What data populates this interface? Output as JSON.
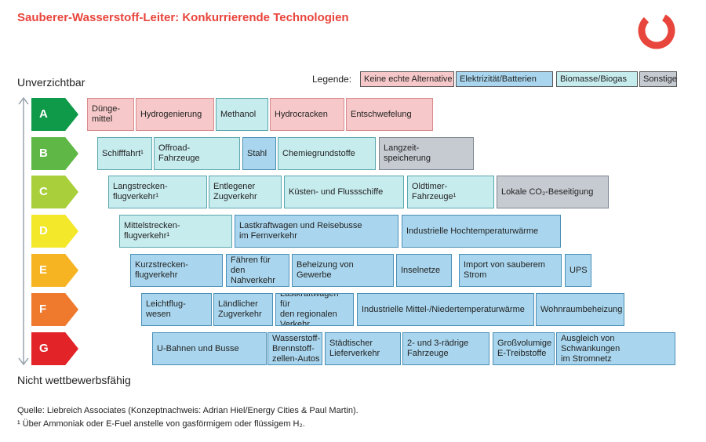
{
  "title": "Sauberer-Wasserstoff-Leiter: Konkurrierende Technologien",
  "axis": {
    "top": "Unverzichtbar",
    "bottom": "Nicht wettbewerbsfähig"
  },
  "legend": {
    "label": "Legende:",
    "items": [
      {
        "label": "Keine echte Alternative",
        "category": "none"
      },
      {
        "label": "Elektrizität/Batterien",
        "category": "elec"
      },
      {
        "label": "Biomasse/Biogas",
        "category": "bio"
      },
      {
        "label": "Sonstige",
        "category": "other"
      }
    ]
  },
  "colors": {
    "none": "#f7c8c9",
    "elec": "#a9d6ee",
    "bio": "#c7ecee",
    "other": "#c6cbd2",
    "title": "#e8453c",
    "grades": {
      "A": "#0e9a48",
      "B": "#5fb846",
      "C": "#a9cf3a",
      "D": "#f3e82a",
      "E": "#f6b423",
      "F": "#ef7a2d",
      "G": "#e22428"
    }
  },
  "rows": [
    {
      "grade": "A",
      "items": [
        {
          "label": "Dünge-\nmittel",
          "category": "none"
        },
        {
          "label": "Hydrogenierung",
          "category": "none"
        },
        {
          "label": "Methanol",
          "category": "bio"
        },
        {
          "label": "Hydrocracken",
          "category": "none"
        },
        {
          "label": "Entschwefelung",
          "category": "none"
        }
      ]
    },
    {
      "grade": "B",
      "items": [
        {
          "label": "Schifffahrt¹",
          "category": "bio"
        },
        {
          "label": "Offroad-\nFahrzeuge",
          "category": "bio"
        },
        {
          "label": "Stahl",
          "category": "elec"
        },
        {
          "label": "Chemiegrundstoffe",
          "category": "bio"
        },
        {
          "label": "Langzeit-\nspeicherung",
          "category": "other"
        }
      ]
    },
    {
      "grade": "C",
      "items": [
        {
          "label": "Langstrecken-\nflugverkehr¹",
          "category": "bio"
        },
        {
          "label": "Entlegener\nZugverkehr",
          "category": "bio"
        },
        {
          "label": "Küsten- und Flussschiffe",
          "category": "bio"
        },
        {
          "label": "Oldtimer-\nFahrzeuge¹",
          "category": "bio"
        },
        {
          "label": "Lokale CO₂-Beseitigung",
          "category": "other"
        }
      ]
    },
    {
      "grade": "D",
      "items": [
        {
          "label": "Mittelstrecken-\nflugverkehr¹",
          "category": "bio"
        },
        {
          "label": "Lastkraftwagen und Reisebusse\nim Fernverkehr",
          "category": "elec"
        },
        {
          "label": "Industrielle Hochtemperaturwärme",
          "category": "elec"
        }
      ]
    },
    {
      "grade": "E",
      "items": [
        {
          "label": "Kurzstrecken-\nflugverkehr",
          "category": "elec"
        },
        {
          "label": "Fähren für den\nNahverkehr",
          "category": "elec"
        },
        {
          "label": "Beheizung von\nGewerbe",
          "category": "elec"
        },
        {
          "label": "Inselnetze",
          "category": "elec"
        },
        {
          "label": "Import von sauberem\nStrom",
          "category": "elec"
        },
        {
          "label": "UPS",
          "category": "elec"
        }
      ]
    },
    {
      "grade": "F",
      "items": [
        {
          "label": "Leichtflug-\nwesen",
          "category": "elec"
        },
        {
          "label": "Ländlicher\nZugverkehr",
          "category": "elec"
        },
        {
          "label": "Lastkraftwagen für\nden regionalen\nVerkehr",
          "category": "elec"
        },
        {
          "label": "Industrielle Mittel-/Niedertemperaturwärme",
          "category": "elec"
        },
        {
          "label": "Wohnraumbeheizung",
          "category": "elec"
        }
      ]
    },
    {
      "grade": "G",
      "items": [
        {
          "label": "U-Bahnen und Busse",
          "category": "elec"
        },
        {
          "label": "Wasserstoff-\nBrennstoff-\nzellen-Autos",
          "category": "elec"
        },
        {
          "label": "Städtischer\nLieferverkehr",
          "category": "elec"
        },
        {
          "label": "2- und 3-rädrige\nFahrzeuge",
          "category": "elec"
        },
        {
          "label": "Großvolumige\nE-Treibstoffe",
          "category": "elec"
        },
        {
          "label": "Ausgleich von Schwankungen\nim Stromnetz",
          "category": "elec"
        }
      ]
    }
  ],
  "source": "Quelle: Liebreich Associates (Konzeptnachweis: Adrian Hiel/Energy Cities & Paul Martin).",
  "footnote": "¹ Über Ammoniak oder E-Fuel anstelle von gasförmigem oder flüssigem H₂."
}
